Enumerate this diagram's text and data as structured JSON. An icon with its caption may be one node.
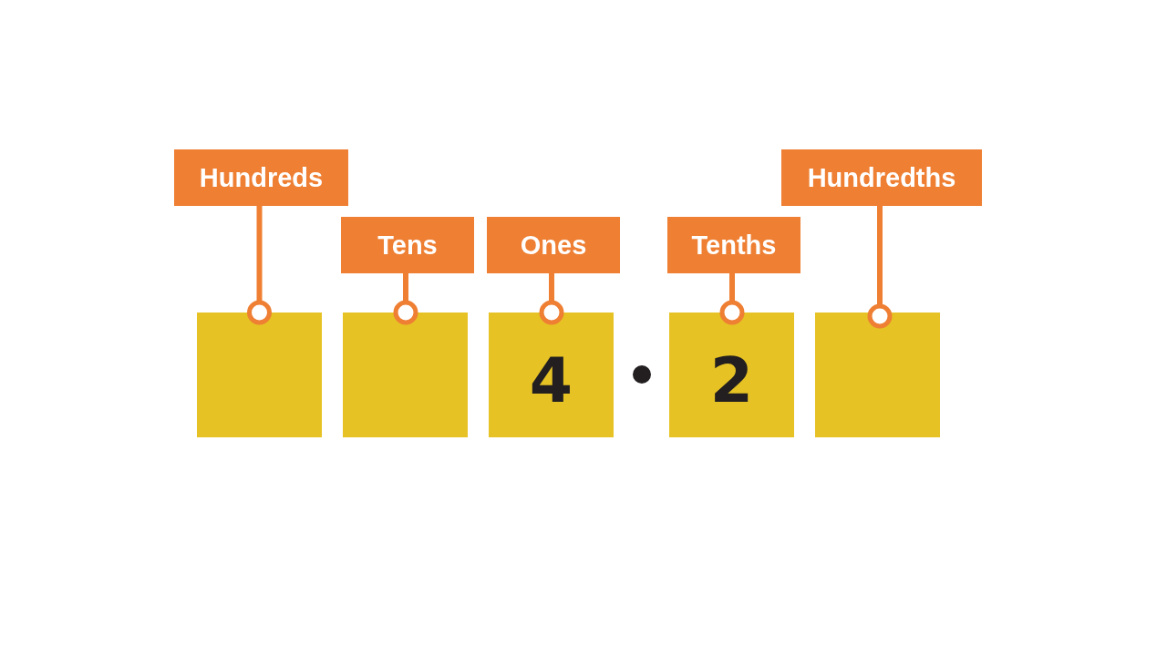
{
  "diagram": {
    "nodes": [
      {
        "text": [
          "Hundreds"
        ]
      },
      {
        "text": [
          "Hundredths"
        ]
      },
      {
        "text": [
          "Tens"
        ]
      },
      {
        "text": [
          "Ones"
        ]
      },
      {
        "text": [
          "Tenths"
        ]
      },
      {
        "text": [],
        "shape": "box"
      },
      {
        "text": [],
        "shape": "box"
      },
      {
        "text": [
          "4"
        ]
      },
      {
        "text": [
          "2"
        ]
      },
      {
        "text": [],
        "shape": "box"
      }
    ],
    "edges": [
      {
        "from": 0,
        "to": 5,
        "arrow": "other"
      },
      {
        "from": 2,
        "to": 6,
        "arrow": "other"
      },
      {
        "from": 3,
        "to": 7,
        "arrow": "other"
      },
      {
        "from": 4,
        "to": 8,
        "arrow": "other"
      },
      {
        "from": 1,
        "to": 9,
        "arrow": "other"
      }
    ]
  }
}
